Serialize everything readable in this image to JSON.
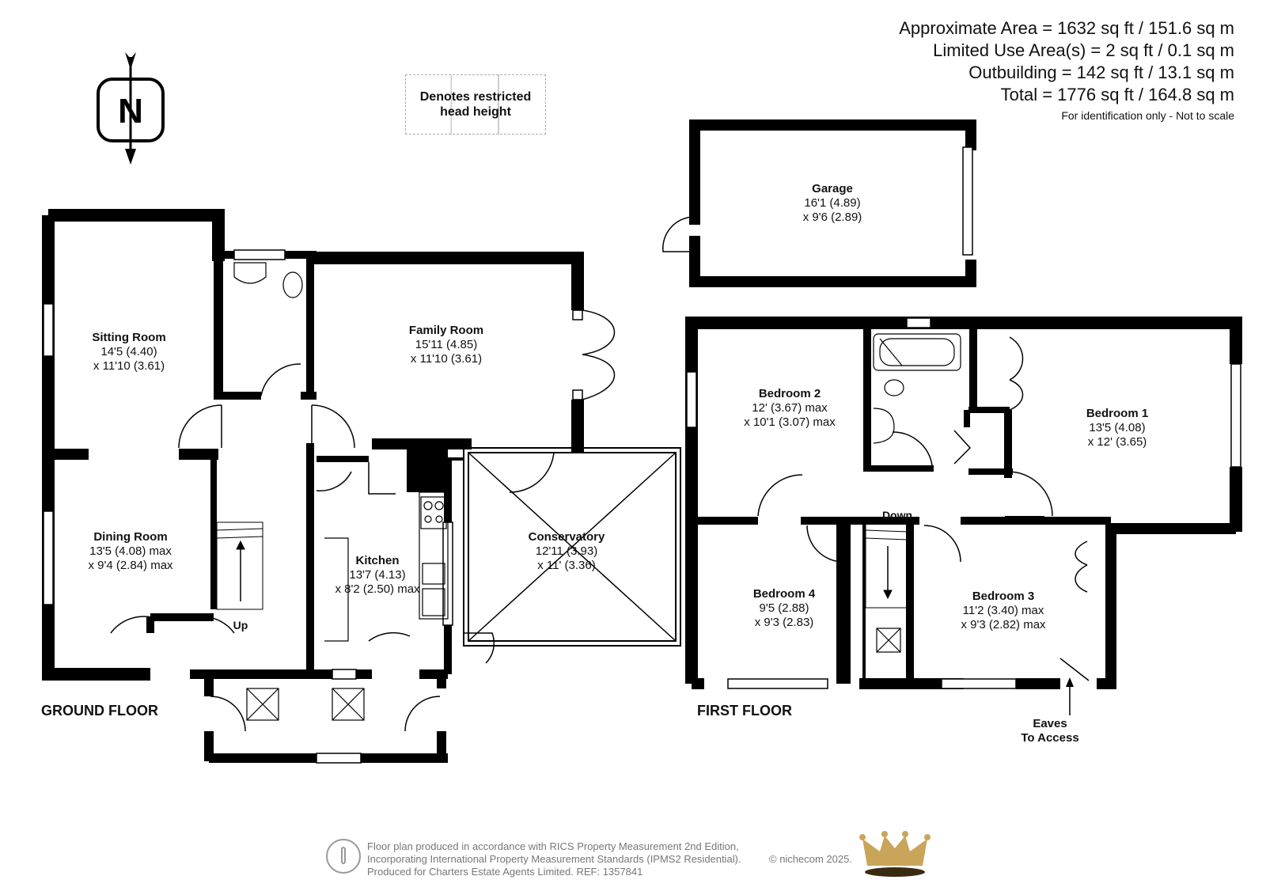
{
  "areas": {
    "approx": "Approximate Area = 1632 sq ft / 151.6 sq m",
    "limited": "Limited Use Area(s) = 2 sq ft / 0.1 sq m",
    "outbuilding": "Outbuilding = 142 sq ft / 13.1 sq m",
    "total": "Total = 1776 sq ft / 164.8 sq m",
    "note": "For identification only - Not to scale"
  },
  "compass": {
    "letter": "N",
    "icon": "north-arrow-icon"
  },
  "restricted_legend": "Denotes restricted head height",
  "floors": {
    "ground": "GROUND FLOOR",
    "first": "FIRST FLOOR"
  },
  "rooms": {
    "sitting": {
      "name": "Sitting Room",
      "dim1": "14'5 (4.40)",
      "dim2": "x 11'10 (3.61)"
    },
    "family": {
      "name": "Family Room",
      "dim1": "15'11 (4.85)",
      "dim2": "x 11'10 (3.61)"
    },
    "dining": {
      "name": "Dining Room",
      "dim1": "13'5 (4.08) max",
      "dim2": "x 9'4 (2.84) max"
    },
    "kitchen": {
      "name": "Kitchen",
      "dim1": "13'7 (4.13)",
      "dim2": "x 8'2 (2.50) max"
    },
    "conservatory": {
      "name": "Conservatory",
      "dim1": "12'11 (3.93)",
      "dim2": "x 11' (3.36)"
    },
    "garage": {
      "name": "Garage",
      "dim1": "16'1 (4.89)",
      "dim2": "x 9'6 (2.89)"
    },
    "bedroom2": {
      "name": "Bedroom 2",
      "dim1": "12' (3.67) max",
      "dim2": "x 10'1 (3.07) max"
    },
    "bedroom1": {
      "name": "Bedroom 1",
      "dim1": "13'5 (4.08)",
      "dim2": "x 12' (3.65)"
    },
    "bedroom4": {
      "name": "Bedroom 4",
      "dim1": "9'5 (2.88)",
      "dim2": "x 9'3 (2.83)"
    },
    "bedroom3": {
      "name": "Bedroom 3",
      "dim1": "11'2 (3.40) max",
      "dim2": "x 9'3 (2.82) max"
    }
  },
  "stairs": {
    "up": "Up",
    "down": "Down"
  },
  "eaves": {
    "line1": "Eaves",
    "line2": "To Access"
  },
  "footer": {
    "line1": "Floor plan produced in accordance with RICS Property Measurement 2nd Edition,",
    "line2": "Incorporating International Property Measurement Standards (IPMS2 Residential).",
    "line3": "Produced for Charters Estate Agents Limited.   REF: 1357841",
    "copyright": "© nichecom 2025.",
    "logo": "crown-logo-icon"
  },
  "colors": {
    "wall": "#000000",
    "logo_gold": "#c9a55a",
    "logo_dark": "#3a2a10"
  }
}
